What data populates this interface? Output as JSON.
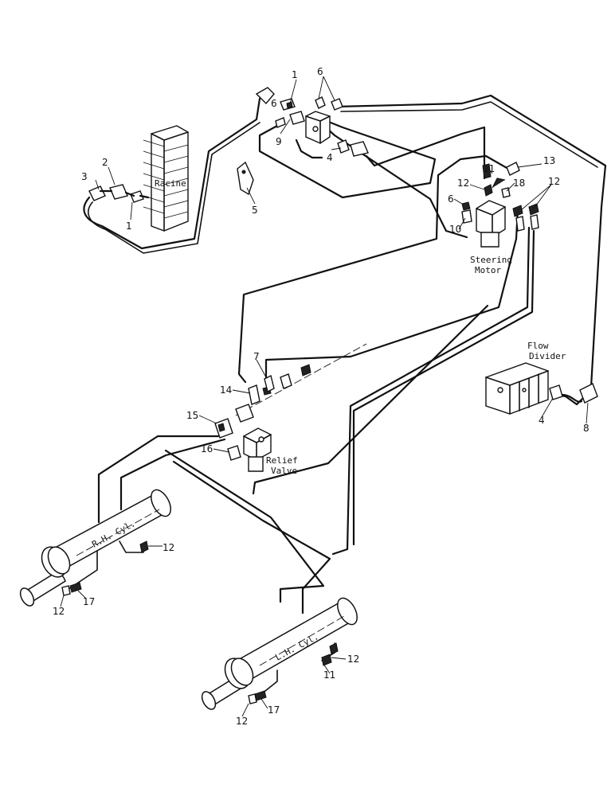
{
  "labels": {
    "racine": "Racine",
    "steering_motor_1": "Steering",
    "steering_motor_2": "Motor",
    "flow_divider_1": "Flow",
    "flow_divider_2": "Divider",
    "relief_valve_1": "Relief",
    "relief_valve_2": "Valve",
    "rh_cyl": "R.H. Cyl.",
    "lh_cyl": "L.H. Cyl."
  },
  "callouts": {
    "c1a": "1",
    "c1b": "1",
    "c2": "2",
    "c3": "3",
    "c4a": "4",
    "c4b": "4",
    "c5": "5",
    "c6a": "6",
    "c6b": "6",
    "c6c": "6",
    "c7": "7",
    "c8": "8",
    "c9": "9",
    "c10": "10",
    "c11a": "11",
    "c11b": "11",
    "c12a": "12",
    "c12b": "12",
    "c12c": "12",
    "c12d": "12",
    "c12e": "12",
    "c12f": "12",
    "c13": "13",
    "c14": "14",
    "c15": "15",
    "c16": "16",
    "c17a": "17",
    "c17b": "17",
    "c18": "18"
  }
}
